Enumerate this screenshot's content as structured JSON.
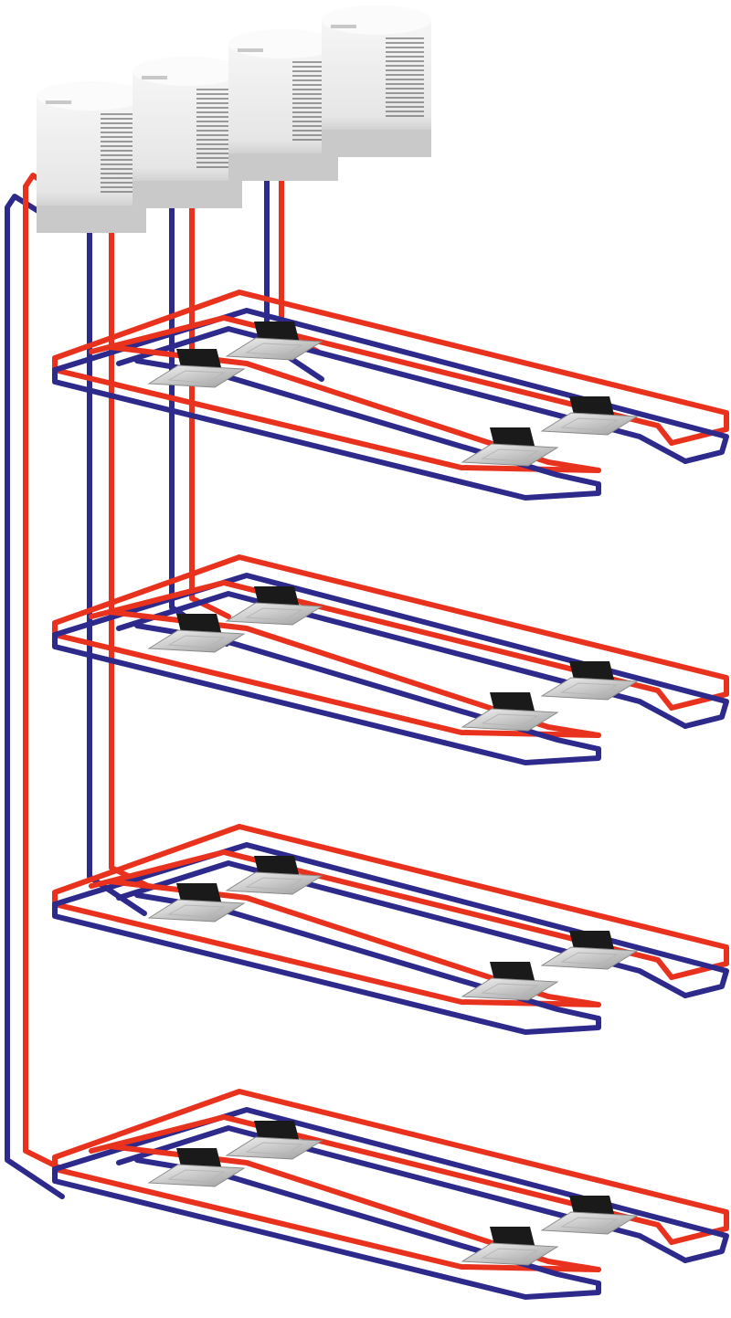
{
  "diagram": {
    "outdoor_unit_count": 4,
    "floor_count": 4,
    "indoor_units_per_floor": 4,
    "colors": {
      "liquid_pipe": "#e8321e",
      "gas_pipe": "#2e2a8c",
      "unit_body": "#eeeeee",
      "unit_shadow": "#bdbdbd",
      "cassette_box": "#1a1a1a",
      "cassette_panel": "#d9d9d9"
    }
  }
}
